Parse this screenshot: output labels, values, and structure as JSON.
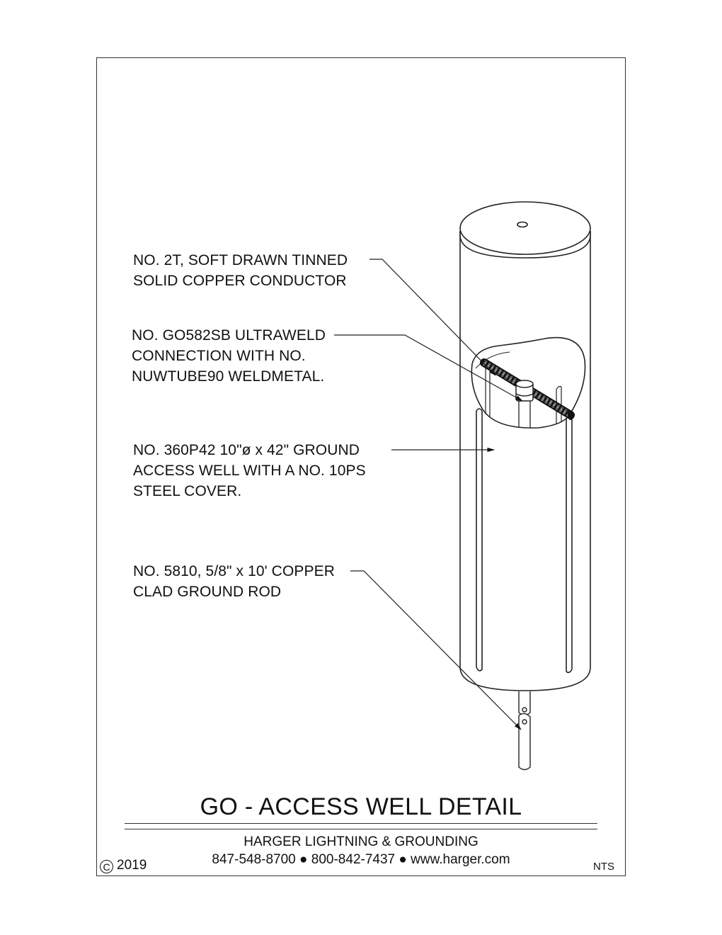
{
  "callouts": {
    "conductor": "NO. 2T, SOFT DRAWN TINNED\nSOLID COPPER CONDUCTOR",
    "connection": "NO. GO582SB ULTRAWELD\nCONNECTION WITH NO.\nNUWTUBE90 WELDMETAL.",
    "access_well": "NO. 360P42 10\"ø x 42\" GROUND\nACCESS WELL WITH A NO. 10PS\nSTEEL COVER.",
    "ground_rod": "NO. 5810, 5/8\" x 10' COPPER\nCLAD GROUND ROD"
  },
  "title_block": {
    "title": "GO - ACCESS WELL DETAIL",
    "company": "HARGER LIGHTNING & GROUNDING",
    "contact": "847-548-8700 ● 800-842-7437 ● www.harger.com",
    "copyright_symbol": "C",
    "copyright_year": "2019",
    "scale": "NTS"
  },
  "icons": {
    "cover": "access-well-cover",
    "cable": "stranded-copper-cable",
    "rod": "ground-rod"
  }
}
